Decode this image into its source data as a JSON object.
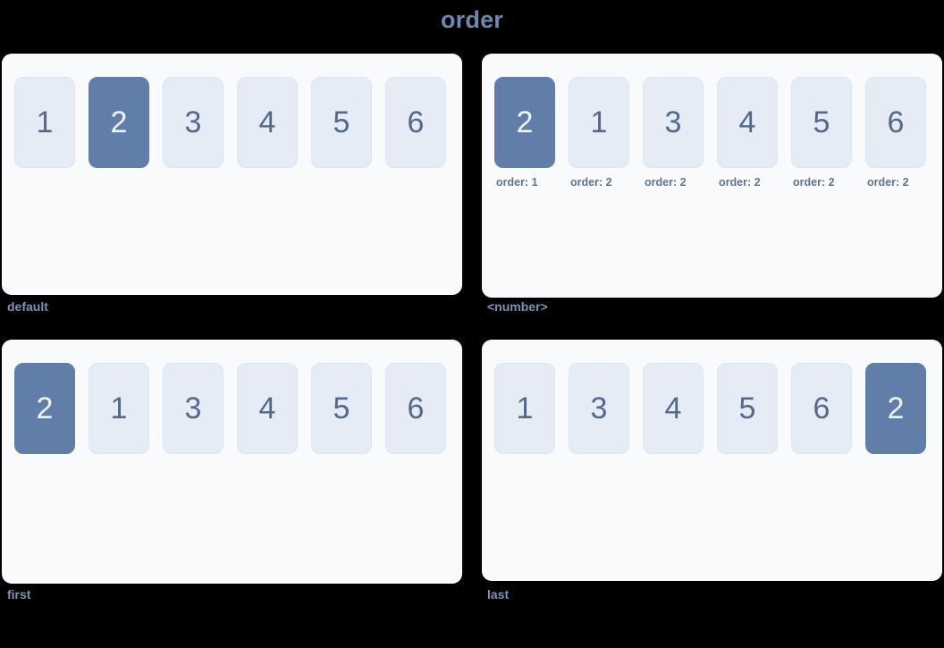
{
  "page": {
    "title": "order",
    "background_color": "#000000",
    "accent_color": "#617ea8",
    "title_color": "#6e87ad",
    "card_background": "#f8fafc",
    "box_background": "#e6ecf5",
    "box_text_color": "#55688c",
    "label_color": "#7b93b5"
  },
  "cards": [
    {
      "label": "default",
      "boxes": [
        {
          "value": "1",
          "active": false,
          "note": null
        },
        {
          "value": "2",
          "active": true,
          "note": null
        },
        {
          "value": "3",
          "active": false,
          "note": null
        },
        {
          "value": "4",
          "active": false,
          "note": null
        },
        {
          "value": "5",
          "active": false,
          "note": null
        },
        {
          "value": "6",
          "active": false,
          "note": null
        }
      ]
    },
    {
      "label": "<number>",
      "boxes": [
        {
          "value": "2",
          "active": true,
          "note": "order: 1"
        },
        {
          "value": "1",
          "active": false,
          "note": "order: 2"
        },
        {
          "value": "3",
          "active": false,
          "note": "order: 2"
        },
        {
          "value": "4",
          "active": false,
          "note": "order: 2"
        },
        {
          "value": "5",
          "active": false,
          "note": "order: 2"
        },
        {
          "value": "6",
          "active": false,
          "note": "order: 2"
        }
      ]
    },
    {
      "label": "first",
      "boxes": [
        {
          "value": "2",
          "active": true,
          "note": null
        },
        {
          "value": "1",
          "active": false,
          "note": null
        },
        {
          "value": "3",
          "active": false,
          "note": null
        },
        {
          "value": "4",
          "active": false,
          "note": null
        },
        {
          "value": "5",
          "active": false,
          "note": null
        },
        {
          "value": "6",
          "active": false,
          "note": null
        }
      ]
    },
    {
      "label": "last",
      "boxes": [
        {
          "value": "1",
          "active": false,
          "note": null
        },
        {
          "value": "3",
          "active": false,
          "note": null
        },
        {
          "value": "4",
          "active": false,
          "note": null
        },
        {
          "value": "5",
          "active": false,
          "note": null
        },
        {
          "value": "6",
          "active": false,
          "note": null
        },
        {
          "value": "2",
          "active": true,
          "note": null
        }
      ]
    }
  ]
}
